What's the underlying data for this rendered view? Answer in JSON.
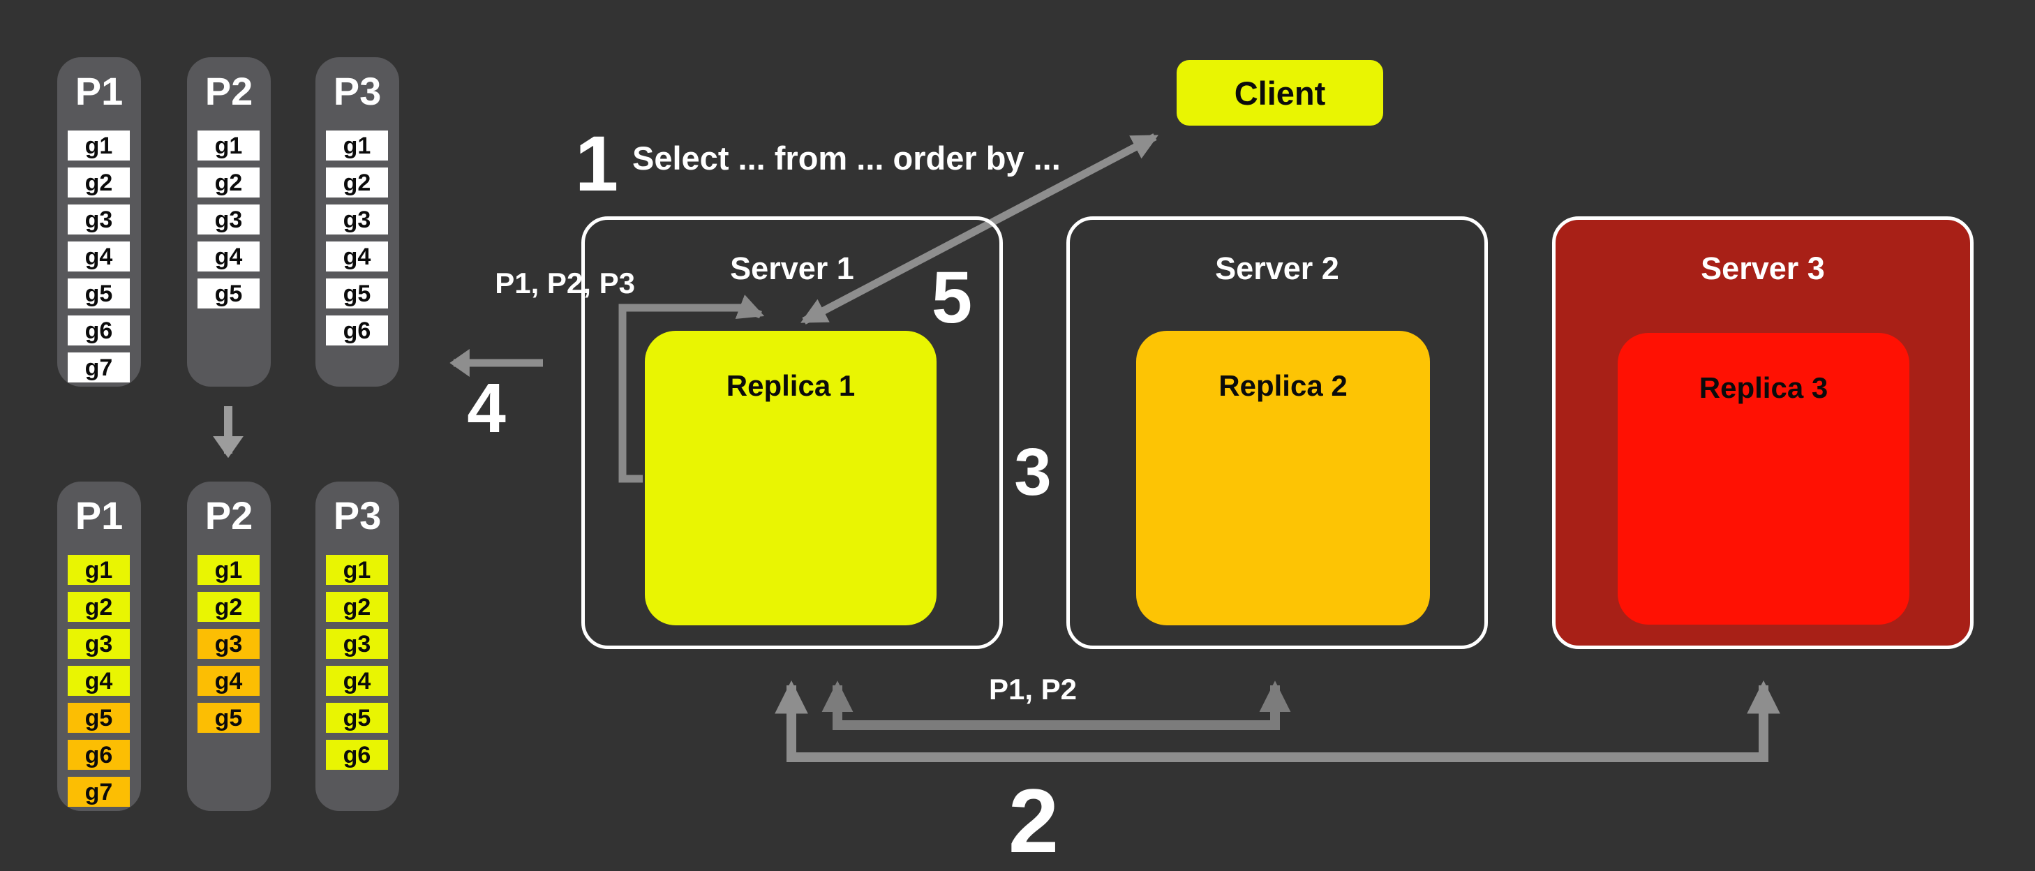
{
  "colors": {
    "bg": "#333333",
    "col": "#58585B",
    "white": "#FFFFFF",
    "ink": "#0B0B0B",
    "yellow": "#E9F502",
    "orange": "#FCBE03",
    "rep2": "#FDC404",
    "srv3": "#A82017",
    "rep3": "#FF1103",
    "arrow": "#8E8E8E",
    "arrow-dark": "#7C7C7C",
    "arrow-light": "#9C9C9C",
    "loop": "#8A8A8A"
  },
  "client": {
    "label": "Client"
  },
  "annotations": {
    "step1_number": "1",
    "step1_text": "Select ... from ... order by ...",
    "step2_number": "2",
    "step2_label": "P1, P2",
    "step3_number": "3",
    "step4_number": "4",
    "step5_number": "5",
    "loop_label": "P1, P2, P3"
  },
  "servers": [
    {
      "name": "Server 1",
      "replica": "Replica 1"
    },
    {
      "name": "Server 2",
      "replica": "Replica 2"
    },
    {
      "name": "Server 3",
      "replica": "Replica 3"
    }
  ],
  "partitions_before": [
    {
      "name": "P1",
      "cells": [
        {
          "label": "g1",
          "color": "white"
        },
        {
          "label": "g2",
          "color": "white"
        },
        {
          "label": "g3",
          "color": "white"
        },
        {
          "label": "g4",
          "color": "white"
        },
        {
          "label": "g5",
          "color": "white"
        },
        {
          "label": "g6",
          "color": "white"
        },
        {
          "label": "g7",
          "color": "white"
        }
      ]
    },
    {
      "name": "P2",
      "cells": [
        {
          "label": "g1",
          "color": "white"
        },
        {
          "label": "g2",
          "color": "white"
        },
        {
          "label": "g3",
          "color": "white"
        },
        {
          "label": "g4",
          "color": "white"
        },
        {
          "label": "g5",
          "color": "white"
        }
      ]
    },
    {
      "name": "P3",
      "cells": [
        {
          "label": "g1",
          "color": "white"
        },
        {
          "label": "g2",
          "color": "white"
        },
        {
          "label": "g3",
          "color": "white"
        },
        {
          "label": "g4",
          "color": "white"
        },
        {
          "label": "g5",
          "color": "white"
        },
        {
          "label": "g6",
          "color": "white"
        }
      ]
    }
  ],
  "partitions_after": [
    {
      "name": "P1",
      "cells": [
        {
          "label": "g1",
          "color": "yellow"
        },
        {
          "label": "g2",
          "color": "yellow"
        },
        {
          "label": "g3",
          "color": "yellow"
        },
        {
          "label": "g4",
          "color": "yellow"
        },
        {
          "label": "g5",
          "color": "orange"
        },
        {
          "label": "g6",
          "color": "orange"
        },
        {
          "label": "g7",
          "color": "orange"
        }
      ]
    },
    {
      "name": "P2",
      "cells": [
        {
          "label": "g1",
          "color": "yellow"
        },
        {
          "label": "g2",
          "color": "yellow"
        },
        {
          "label": "g3",
          "color": "orange"
        },
        {
          "label": "g4",
          "color": "orange"
        },
        {
          "label": "g5",
          "color": "orange"
        }
      ]
    },
    {
      "name": "P3",
      "cells": [
        {
          "label": "g1",
          "color": "yellow"
        },
        {
          "label": "g2",
          "color": "yellow"
        },
        {
          "label": "g3",
          "color": "yellow"
        },
        {
          "label": "g4",
          "color": "yellow"
        },
        {
          "label": "g5",
          "color": "yellow"
        },
        {
          "label": "g6",
          "color": "yellow"
        }
      ]
    }
  ]
}
